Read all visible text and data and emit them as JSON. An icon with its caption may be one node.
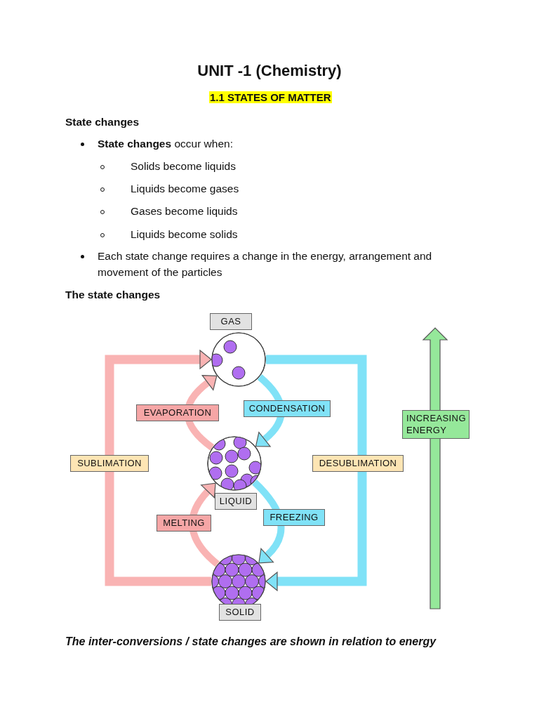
{
  "diagram": {
    "title": "UNIT -1 (Chemistry)",
    "caption": "The inter-conversions / state changes are shown in relation to energy",
    "nodes": [
      {
        "text": [
          "GAS"
        ]
      },
      {
        "text": [
          "LIQUID"
        ]
      },
      {
        "text": [
          "SOLID"
        ]
      },
      {
        "text": [
          "INCREASING ENERGY"
        ]
      }
    ],
    "edges": [
      {
        "from": 1,
        "to": 0,
        "arrow": "to",
        "label": "EVAPORATION",
        "color": "#f9b3b3"
      },
      {
        "from": 0,
        "to": 1,
        "arrow": "to",
        "label": "CONDENSATION",
        "color": "#80e2f7"
      },
      {
        "from": 2,
        "to": 0,
        "arrow": "to",
        "label": "SUBLIMATION",
        "color": "#f9b3b3"
      },
      {
        "from": 0,
        "to": 2,
        "arrow": "to",
        "label": "DESUBLIMATION",
        "color": "#80e2f7"
      },
      {
        "from": 2,
        "to": 1,
        "arrow": "to",
        "label": "MELTING",
        "color": "#f9b3b3"
      },
      {
        "from": 1,
        "to": 2,
        "arrow": "to",
        "label": "FREEZING",
        "color": "#80e2f7"
      }
    ],
    "labels": [
      "1.1 STATES OF MATTER",
      "State changes",
      "**State changes** occur when:",
      "Solids become liquids",
      "Liquids become gases",
      "Gases become liquids",
      "Liquids become solids",
      "Each state change requires a change in the energy, arrangement and movement of the particles",
      "The state changes"
    ]
  }
}
